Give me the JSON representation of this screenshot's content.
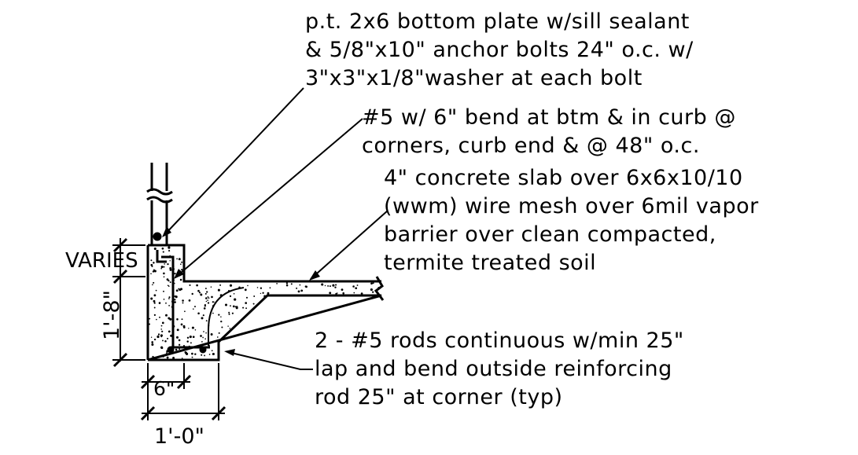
{
  "notes": {
    "bottom_plate": [
      "p.t. 2x6 bottom plate w/sill sealant",
      "& 5/8\"x10\" anchor bolts 24\" o.c. w/",
      "3\"x3\"x1/8\"washer at each bolt"
    ],
    "rebar": [
      "#5 w/ 6\" bend at btm & in curb @",
      "corners, curb end & @ 48\" o.c."
    ],
    "slab": [
      "4\" concrete slab over 6x6x10/10",
      "(wwm) wire mesh over 6mil vapor",
      "barrier over clean compacted,",
      "termite treated soil"
    ],
    "rods": [
      "2 - #5 rods continuous w/min 25\"",
      "lap and bend outside reinforcing",
      "rod 25\" at corner (typ)"
    ]
  },
  "dimensions": {
    "varies": "VARIES",
    "height": "1'-8\"",
    "curb": "6\"",
    "width": "1'-0\""
  }
}
